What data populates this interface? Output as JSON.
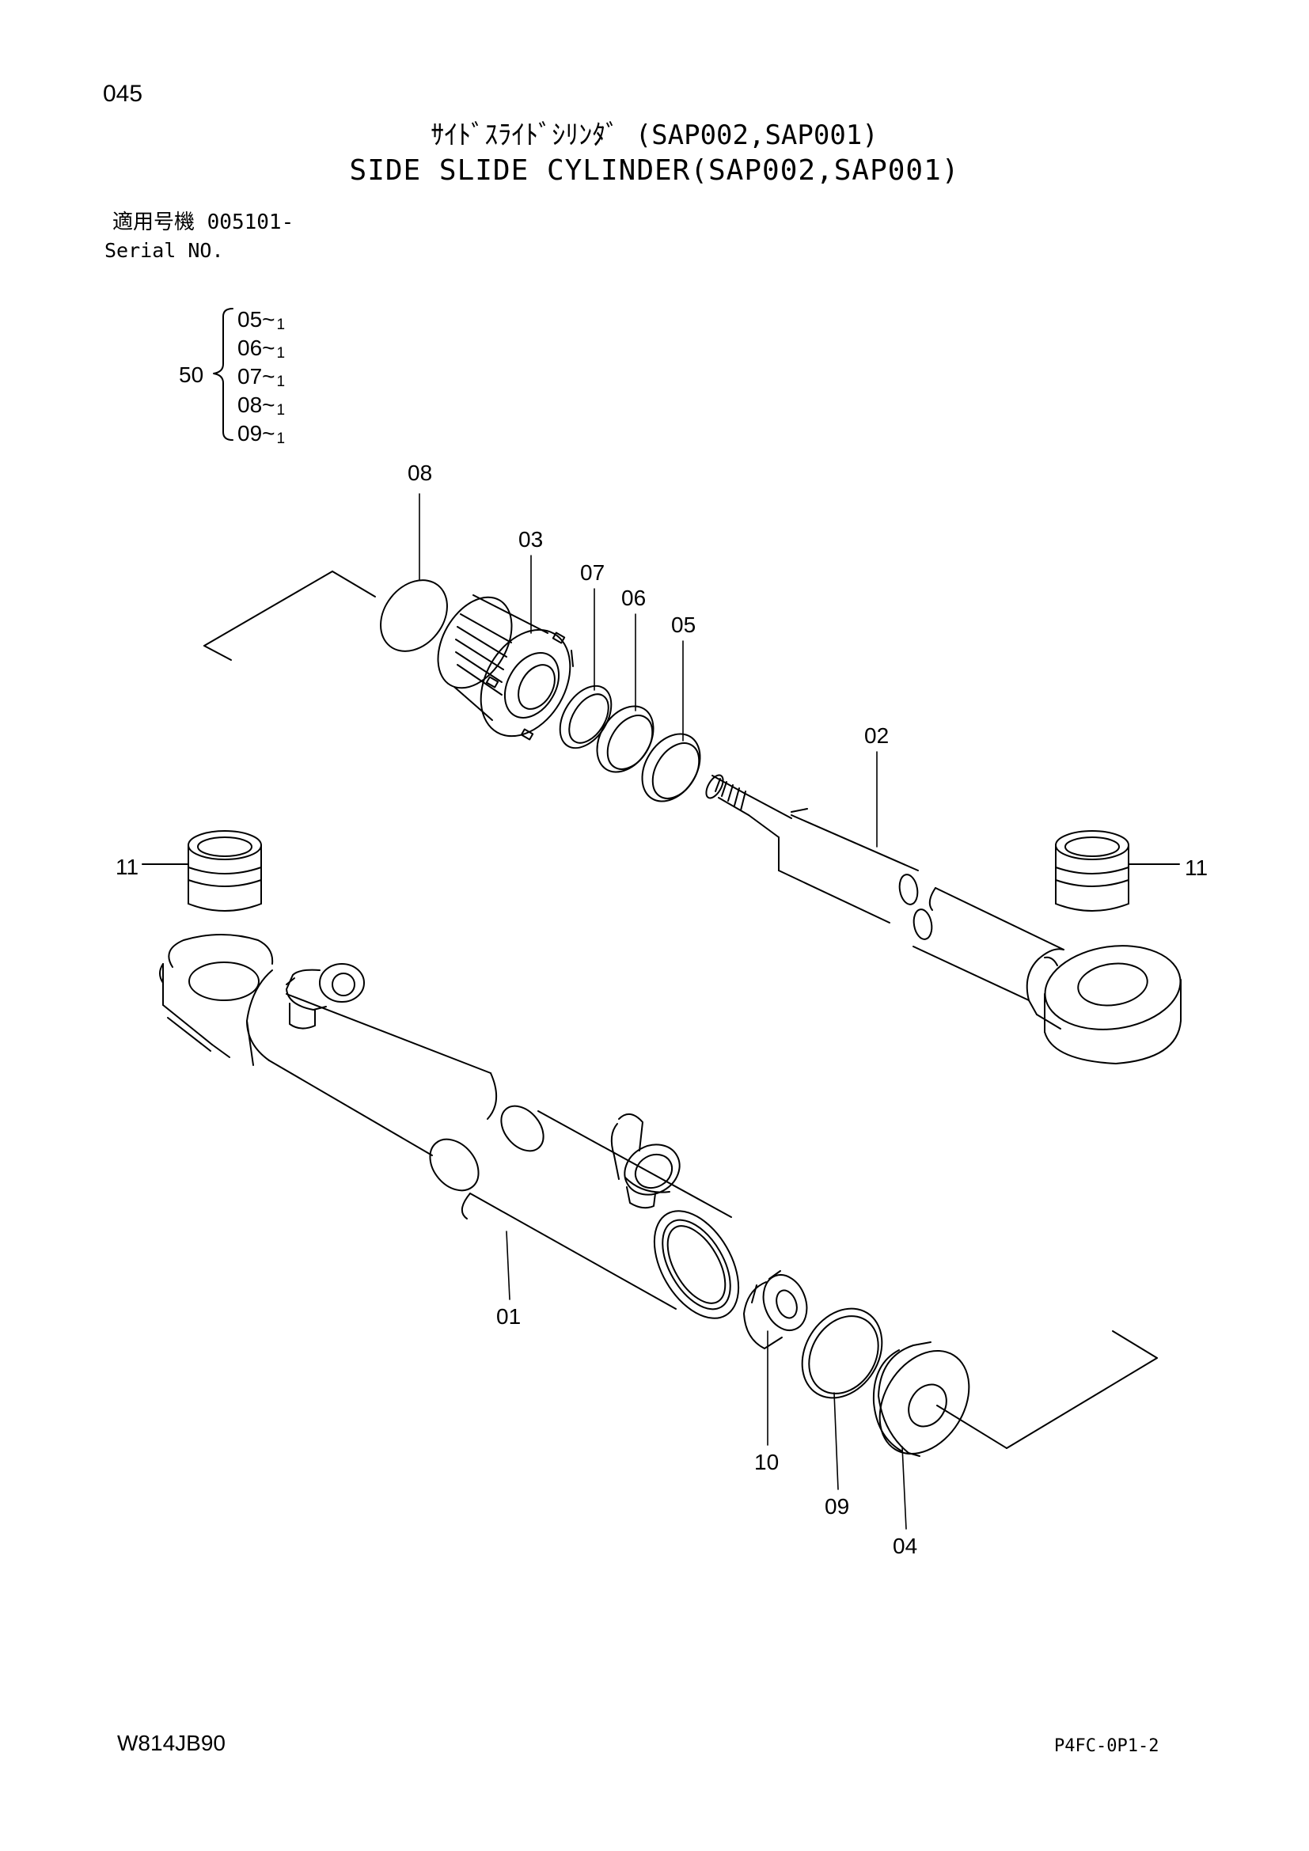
{
  "page_number": "045",
  "title_jp": "ｻｲﾄﾞｽﾗｲﾄﾞｼﾘﾝﾀﾞ (SAP002,SAP001)",
  "title_en": "SIDE SLIDE CYLINDER(SAP002,SAP001)",
  "serial": {
    "label_jp": "適用号機 005101-",
    "label_en": "Serial NO."
  },
  "kit": {
    "number": "50",
    "items": [
      {
        "part": "05",
        "sep": "~",
        "qty": "1"
      },
      {
        "part": "06",
        "sep": "~",
        "qty": "1"
      },
      {
        "part": "07",
        "sep": "~",
        "qty": "1"
      },
      {
        "part": "08",
        "sep": "~",
        "qty": "1"
      },
      {
        "part": "09",
        "sep": "~",
        "qty": "1"
      }
    ]
  },
  "callouts": {
    "p01": "01",
    "p02": "02",
    "p03": "03",
    "p04": "04",
    "p05": "05",
    "p06": "06",
    "p07": "07",
    "p08": "08",
    "p09": "09",
    "p10": "10",
    "p11_left": "11",
    "p11_right": "11"
  },
  "footer": {
    "doc_code": "W814JB90",
    "sheet_code": "P4FC-0P1-2"
  },
  "colors": {
    "line": "#000000",
    "background": "#ffffff"
  }
}
